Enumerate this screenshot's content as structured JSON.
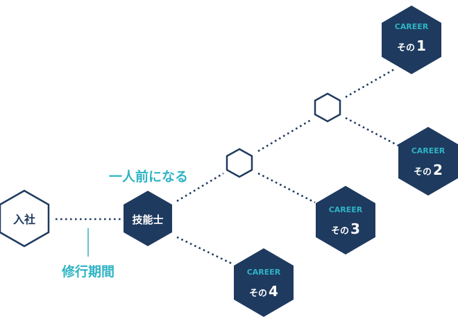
{
  "nodes": {
    "entry": {
      "label": "入社"
    },
    "skilled": {
      "label": "技能士"
    },
    "branch_a": {
      "label": ""
    },
    "branch_b": {
      "label": ""
    },
    "career1": {
      "title": "CAREER",
      "label_prefix": "その",
      "number": "1"
    },
    "career2": {
      "title": "CAREER",
      "label_prefix": "その",
      "number": "2"
    },
    "career3": {
      "title": "CAREER",
      "label_prefix": "その",
      "number": "3"
    },
    "career4": {
      "title": "CAREER",
      "label_prefix": "その",
      "number": "4"
    }
  },
  "labels": {
    "training_period": "修行期間",
    "become_independent": "一人前になる"
  },
  "colors": {
    "navy": "#1f3a5f",
    "teal": "#2eb4c4",
    "stroke": "#1f3a5f",
    "white": "#ffffff"
  }
}
